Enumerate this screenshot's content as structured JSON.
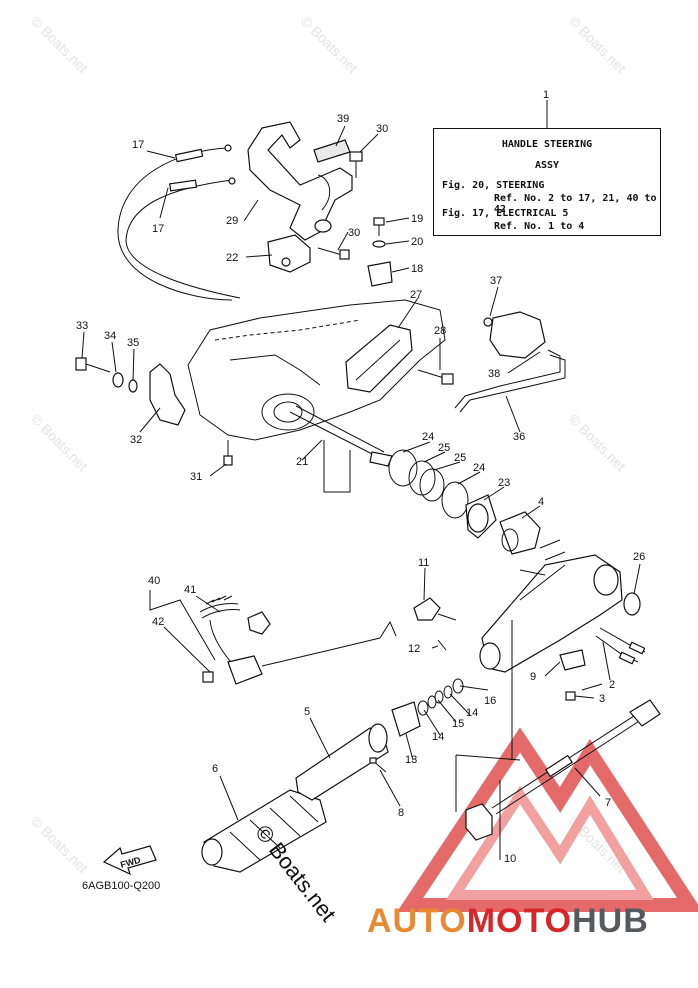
{
  "info_box": {
    "title": "HANDLE STEERING",
    "subtitle": "ASSY",
    "fig20": "Fig. 20, STEERING",
    "fig20_ref": "Ref. No. 2 to 17, 21, 40 to 42",
    "fig17": "Fig. 17, ELECTRICAL 5",
    "fig17_ref": "Ref. No. 1 to 4"
  },
  "diagram_code": "6AGB100-Q200",
  "fwd_label": "FWD",
  "copyright": "© Boats.net",
  "watermark": "© Boats.net",
  "logo": {
    "part1": "AUTO",
    "part2": "MOTO",
    "part3": "HUB"
  },
  "colors": {
    "logo_orange": "#e88a34",
    "logo_red": "#d7262a",
    "logo_gray": "#555a5f"
  },
  "callouts": {
    "c1": "1",
    "c2": "2",
    "c3": "3",
    "c4": "4",
    "c5": "5",
    "c6": "6",
    "c7": "7",
    "c8": "8",
    "c9": "9",
    "c10": "10",
    "c11": "11",
    "c12": "12",
    "c13": "13",
    "c14a": "14",
    "c14b": "14",
    "c15": "15",
    "c16": "16",
    "c17a": "17",
    "c17b": "17",
    "c18": "18",
    "c19": "19",
    "c20": "20",
    "c21": "21",
    "c22": "22",
    "c23": "23",
    "c24a": "24",
    "c24b": "24",
    "c25a": "25",
    "c25b": "25",
    "c26": "26",
    "c27": "27",
    "c28": "28",
    "c29": "29",
    "c30a": "30",
    "c30b": "30",
    "c31": "31",
    "c32": "32",
    "c33": "33",
    "c34": "34",
    "c35": "35",
    "c36": "36",
    "c37": "37",
    "c38": "38",
    "c39": "39",
    "c40": "40",
    "c41": "41",
    "c42": "42"
  }
}
